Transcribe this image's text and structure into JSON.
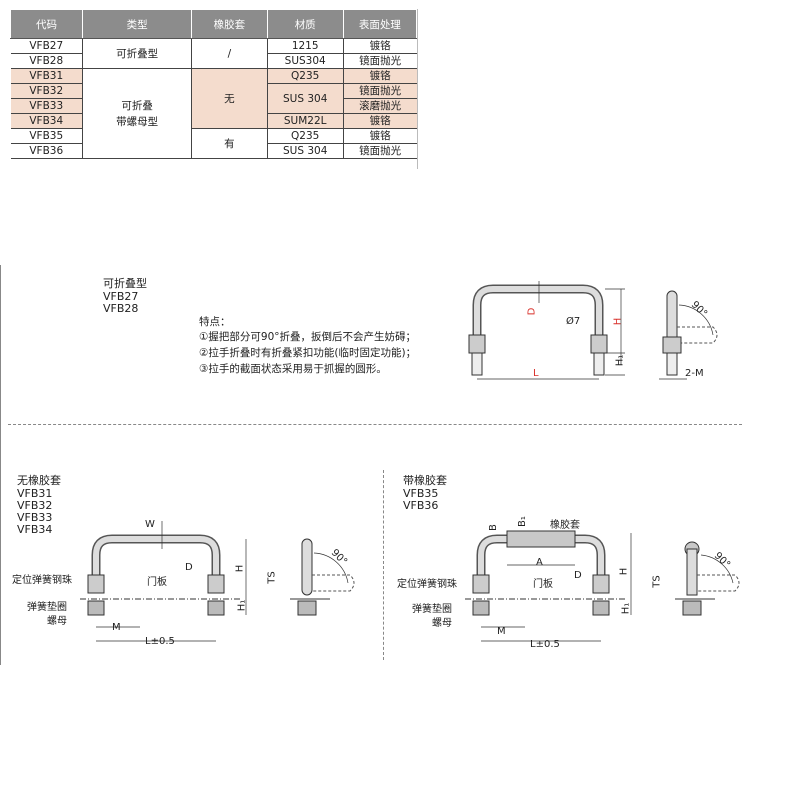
{
  "table": {
    "headers": [
      "代码",
      "类型",
      "橡胶套",
      "材质",
      "表面处理"
    ],
    "codes": [
      "VFB27",
      "VFB28",
      "VFB31",
      "VFB32",
      "VFB33",
      "VFB34",
      "VFB35",
      "VFB36"
    ],
    "type_foldable": "可折叠型",
    "type_nut_line1": "可折叠",
    "type_nut_line2": "带螺母型",
    "rubber_slash": "/",
    "rubber_no": "无",
    "rubber_yes": "有",
    "materials": [
      "1215",
      "SUS304",
      "Q235",
      "SUS 304",
      "SUM22L",
      "Q235",
      "SUS 304"
    ],
    "finishes": [
      "镀铬",
      "镜面抛光",
      "镀铬",
      "镜面抛光",
      "滚磨抛光",
      "镀铬",
      "镀铬",
      "镜面抛光"
    ]
  },
  "section1": {
    "title": "可折叠型",
    "codes": [
      "VFB27",
      "VFB28"
    ],
    "features_title": "特点：",
    "features": [
      "①握把部分可90°折叠，扳倒后不会产生妨碍；",
      "②拉手折叠时有折叠紧扣功能(临时固定功能)；",
      "③拉手的截面状态采用易于抓握的圆形。"
    ]
  },
  "section2": {
    "title": "无橡胶套",
    "codes": [
      "VFB31",
      "VFB32",
      "VFB33",
      "VFB34"
    ]
  },
  "section3": {
    "title": "带橡胶套",
    "codes": [
      "VFB35",
      "VFB36"
    ]
  },
  "dims": {
    "D": "D",
    "H": "H",
    "H1": "H₁",
    "L": "L",
    "phi7": "Ø7",
    "two_m": "2-M",
    "angle": "90°",
    "W": "W",
    "TS": "TS",
    "M": "M",
    "L05": "L±0.5",
    "B": "B",
    "B1": "B₁",
    "A": "A"
  },
  "parts": {
    "ball": "定位弹簧钢珠",
    "washer": "弹簧垫圈",
    "nut": "螺母",
    "door": "门板",
    "sleeve": "橡胶套"
  },
  "colors": {
    "header_bg": "#8c8c8c",
    "highlight": "#f4dccd",
    "dim_red": "#d9302a",
    "part_fill": "#c8c8c8"
  }
}
